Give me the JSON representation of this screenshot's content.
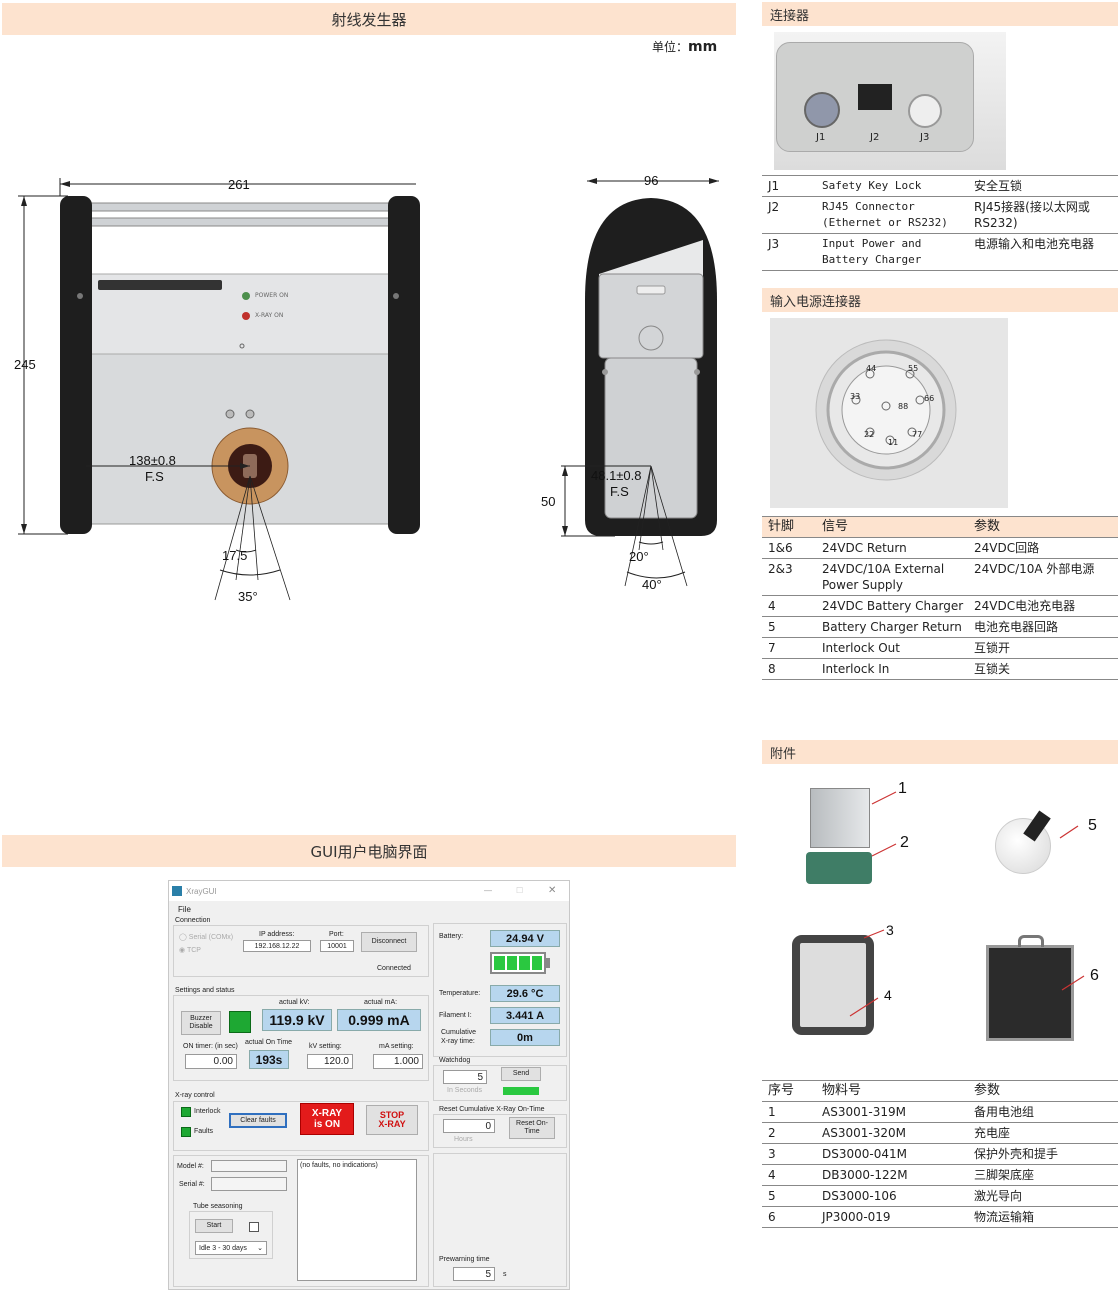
{
  "left": {
    "header": "射线发生器",
    "unit_label": "单位：",
    "unit_value": "mm",
    "front_view": {
      "width": "261",
      "height": "245",
      "focal": "138±0.8",
      "focal_sub": "F.S",
      "angle_small": "17.5",
      "angle_large": "35°",
      "indicator_power": "POWER ON",
      "indicator_xray": "X-RAY ON"
    },
    "side_view": {
      "width": "96",
      "height": "50",
      "focal": "48.1±0.8",
      "focal_sub": "F.S",
      "angle_small": "20°",
      "angle_large": "40°"
    },
    "gui_header": "GUI用户电脑界面"
  },
  "gui": {
    "window_title": "XrayGUI",
    "window_controls": [
      "—",
      "☐",
      "✕"
    ],
    "menu_file": "File",
    "connection": {
      "group": "Connection",
      "serial": "Serial (COMx)",
      "tcp": "TCP",
      "ip_label": "IP address:",
      "ip_value": "192.168.12.22",
      "port_label": "Port:",
      "port_value": "10001",
      "disconnect": "Disconnect",
      "status": "Connected"
    },
    "settings": {
      "group": "Settings and status",
      "buzzer": "Buzzer Disable",
      "actual_kv_label": "actual kV:",
      "actual_kv": "119.9 kV",
      "actual_ma_label": "actual mA:",
      "actual_ma": "0.999 mA",
      "on_timer_label": "ON timer: (in sec)",
      "on_timer_value": "0.00",
      "actual_on_time_label": "actual On Time",
      "actual_on_time": "193s",
      "kv_setting_label": "kV setting:",
      "kv_setting": "120.0",
      "ma_setting_label": "mA setting:",
      "ma_setting": "1.000"
    },
    "xray_control": {
      "group": "X-ray control",
      "interlock": "Interlock",
      "faults": "Faults",
      "clear_faults": "Clear faults",
      "xray_on_1": "X-RAY",
      "xray_on_2": "is ON",
      "stop_1": "STOP",
      "stop_2": "X-RAY"
    },
    "info": {
      "model_label": "Model #:",
      "serial_label": "Serial #:",
      "messages": "(no faults, no indications)",
      "tube_seasoning": "Tube seasoning",
      "start": "Start",
      "idle_option": "Idle 3 - 30 days"
    },
    "right": {
      "battery_label": "Battery:",
      "battery_value": "24.94 V",
      "battery_fraction": 1.0,
      "temperature_label": "Temperature:",
      "temperature_value": "29.6 °C",
      "filament_label": "Filament I:",
      "filament_value": "3.441 A",
      "cumulative_label_1": "Cumulative",
      "cumulative_label_2": "X-ray time:",
      "cumulative_value": "0m",
      "watchdog_label": "Watchdog",
      "watchdog_value": "5",
      "watchdog_unit": "In Seconds",
      "send": "Send",
      "reset_group": "Reset Cumulative X-Ray On-Time",
      "reset_value": "0",
      "reset_unit": "Hours",
      "reset_btn": "Reset On-Time",
      "prewarm_label": "Prewarning time",
      "prewarm_value": "5",
      "prewarm_unit": "s"
    }
  },
  "right": {
    "connector_header": "连接器",
    "connector_photo_labels": [
      "J1",
      "J2",
      "J3"
    ],
    "connectors": [
      {
        "id": "J1",
        "signal": "Safety Key Lock",
        "desc": "安全互锁"
      },
      {
        "id": "J2",
        "signal": "RJ45 Connector (Ethernet or RS232)",
        "desc": "RJ45接器(接以太网或RS232)"
      },
      {
        "id": "J3",
        "signal": "Input Power and Battery Charger",
        "desc": "电源输入和电池充电器"
      }
    ],
    "power_header": "输入电源连接器",
    "pin_labels": [
      "44",
      "55",
      "33",
      "88",
      "66",
      "22",
      "11",
      "77"
    ],
    "pin_table_head": {
      "pin": "针脚",
      "signal": "信号",
      "param": "参数"
    },
    "pins": [
      {
        "pin": "1&6",
        "signal": "24VDC Return",
        "param": "24VDC回路"
      },
      {
        "pin": "2&3",
        "signal": "24VDC/10A External Power Supply",
        "param": "24VDC/10A 外部电源"
      },
      {
        "pin": "4",
        "signal": "24VDC Battery Charger",
        "param": "24VDC电池充电器"
      },
      {
        "pin": "5",
        "signal": "Battery Charger Return",
        "param": "电池充电器回路"
      },
      {
        "pin": "7",
        "signal": "Interlock Out",
        "param": "互锁开"
      },
      {
        "pin": "8",
        "signal": "Interlock In",
        "param": "互锁关"
      }
    ],
    "accessory_header": "附件",
    "accessory_callouts": [
      "1",
      "2",
      "3",
      "4",
      "5",
      "6"
    ],
    "acc_table_head": {
      "no": "序号",
      "part": "物料号",
      "param": "参数"
    },
    "accessories": [
      {
        "no": "1",
        "part": "AS3001-319M",
        "param": "备用电池组"
      },
      {
        "no": "2",
        "part": "AS3001-320M",
        "param": "充电座"
      },
      {
        "no": "3",
        "part": "DS3000-041M",
        "param": "保护外壳和提手"
      },
      {
        "no": "4",
        "part": "DB3000-122M",
        "param": "三脚架底座"
      },
      {
        "no": "5",
        "part": "DS3000-106",
        "param": "激光导向"
      },
      {
        "no": "6",
        "part": "JP3000-019",
        "param": "物流运输箱"
      }
    ]
  }
}
